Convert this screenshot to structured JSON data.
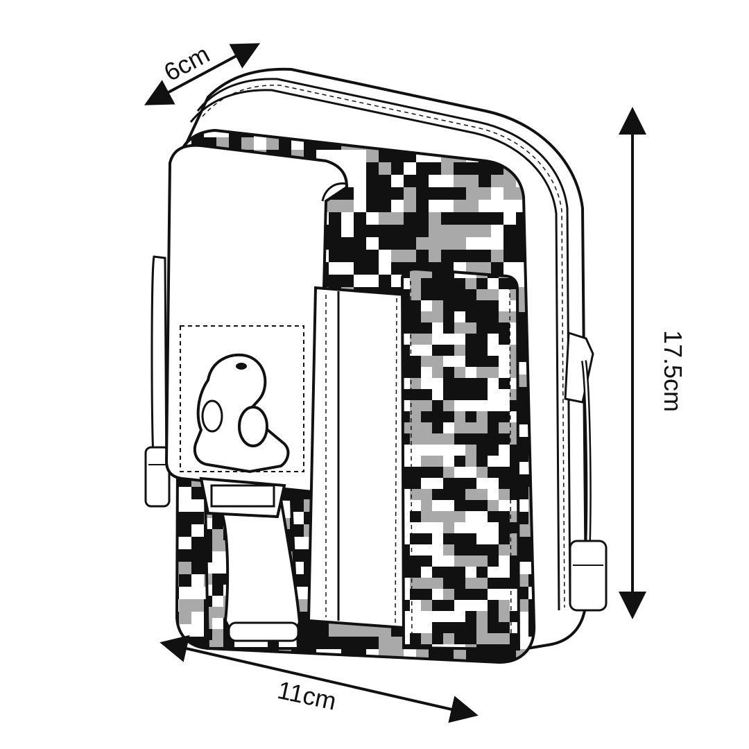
{
  "dimensions": {
    "depth_label": "6cm",
    "height_label": "17.5cm",
    "width_label": "11cm"
  },
  "colors": {
    "outline": "#111111",
    "camo_dark": "#111111",
    "camo_grey": "#a9a9a9",
    "camo_light": "#ffffff",
    "background": "#ffffff"
  },
  "icons": {
    "buckle": "side-release-buckle-icon",
    "zipper_pull": "zipper-pull-icon"
  }
}
